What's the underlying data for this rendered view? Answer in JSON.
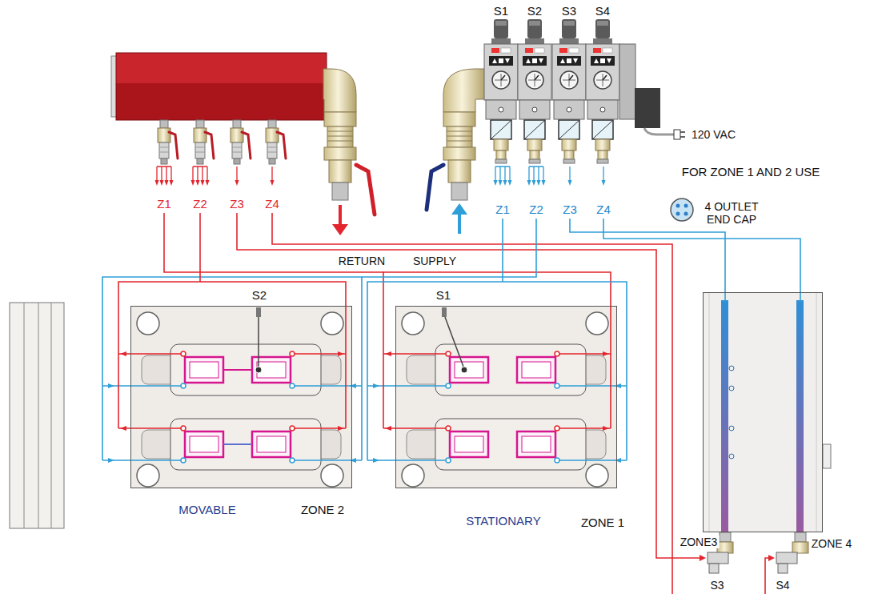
{
  "diagram": {
    "nodes": [
      {
        "text": [
          "S2",
          "MOVABLE",
          "ZONE 2"
        ]
      },
      {
        "text": [
          "S1",
          "STATIONARY",
          "ZONE 1"
        ]
      },
      {
        "text": [
          "ZONE3",
          "ZONE 4"
        ]
      }
    ],
    "labels": [
      "S1",
      "S2",
      "S3",
      "S4",
      "Z1",
      "Z2",
      "Z3",
      "Z4",
      "RETURN",
      "SUPPLY",
      "Z1",
      "Z2",
      "Z3",
      "Z4",
      "120 VAC",
      "FOR ZONE 1 AND 2 USE",
      "4 OUTLET END CAP",
      "S3",
      "S4"
    ]
  }
}
